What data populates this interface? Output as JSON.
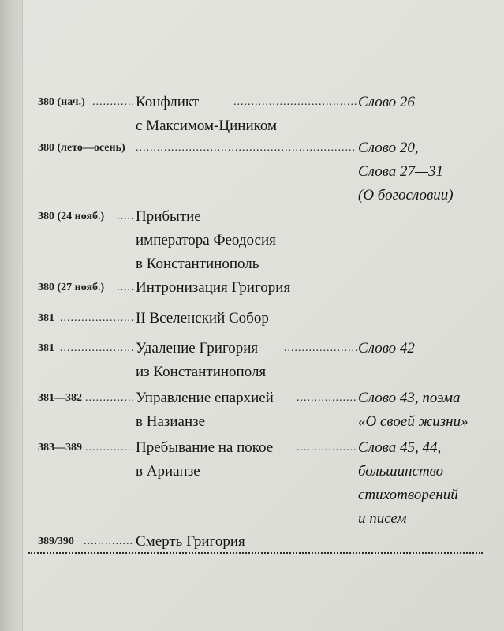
{
  "entries": [
    {
      "date": "380 (нач.)",
      "event": [
        "Конфликт",
        "с Максимом-Циником"
      ],
      "source": [
        "Слово 26"
      ]
    },
    {
      "date": "380 (лето—осень)",
      "event": [],
      "source": [
        "Слово 20,",
        "Слова 27—31",
        "(О богословии)"
      ]
    },
    {
      "date": "380 (24 нояб.)",
      "event": [
        "Прибытие",
        "императора Феодосия",
        "в Константинополь"
      ],
      "source": []
    },
    {
      "date": "380 (27 нояб.)",
      "event": [
        "Интронизация Григория"
      ],
      "source": []
    },
    {
      "date": "381",
      "event": [
        "II Вселенский Собор"
      ],
      "source": []
    },
    {
      "date": "381",
      "event": [
        "Удаление Григория",
        "из Константинополя"
      ],
      "source": [
        "Слово 42"
      ]
    },
    {
      "date": "381—382",
      "event": [
        "Управление епархией",
        "в Назианзе"
      ],
      "source": [
        "Слово 43, поэма",
        "«О своей жизни»"
      ]
    },
    {
      "date": "383—389",
      "event": [
        "Пребывание на покое",
        "в Арианзе"
      ],
      "source": [
        "Слова 45, 44,",
        "большинство",
        "стихотворений",
        "и писем"
      ]
    },
    {
      "date": "389/390",
      "event": [
        "Смерть Григория"
      ],
      "source": []
    }
  ]
}
